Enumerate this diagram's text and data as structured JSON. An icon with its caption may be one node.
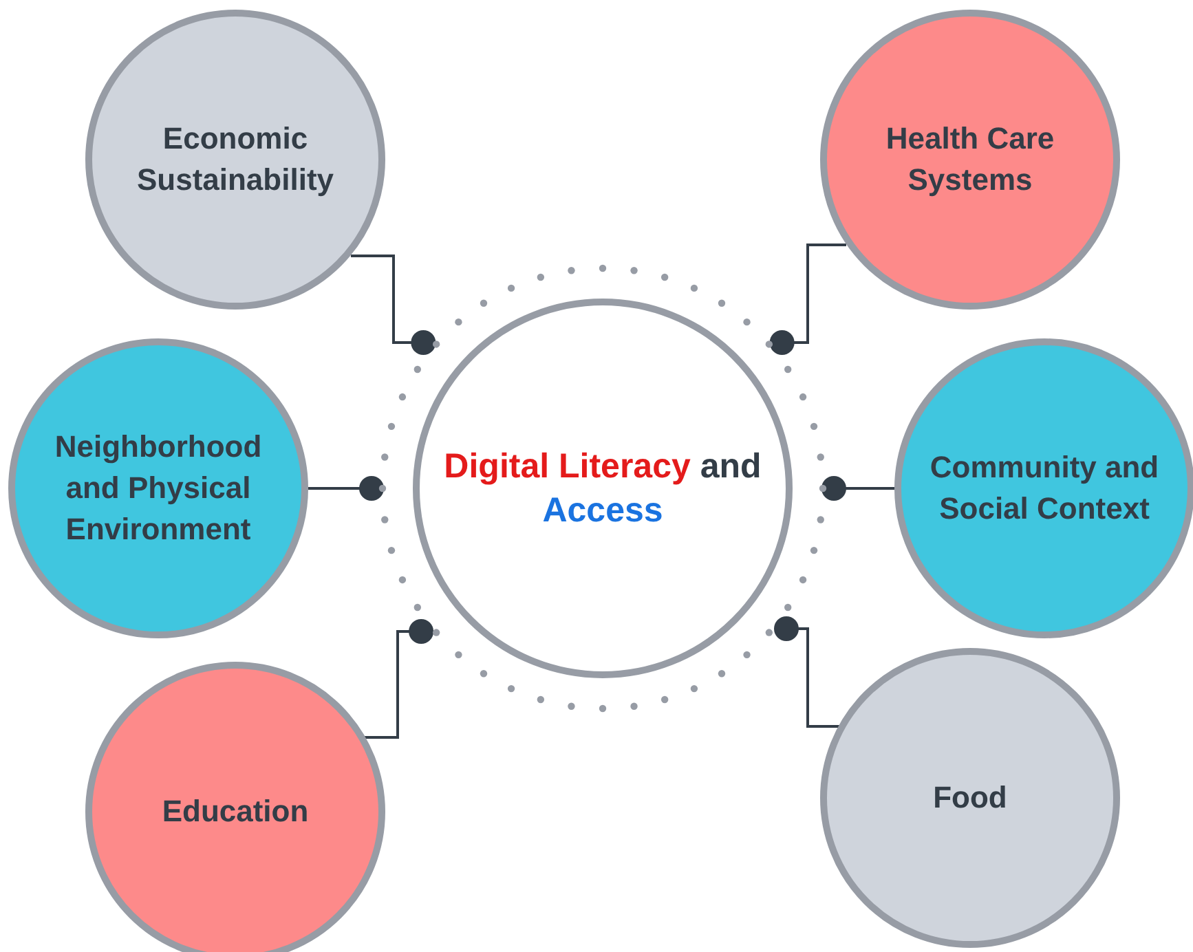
{
  "diagram": {
    "nodes": [
      {
        "text": [
          "Digital Literacy",
          "and",
          "Access"
        ]
      },
      {
        "text": [
          "Economic Sustainability"
        ]
      },
      {
        "text": [
          "Health Care Systems"
        ]
      },
      {
        "text": [
          "Neighborhood and Physical Environment"
        ]
      },
      {
        "text": [
          "Community and Social Context"
        ]
      },
      {
        "text": [
          "Education"
        ]
      },
      {
        "text": [
          "Food"
        ]
      }
    ],
    "edges": [
      {
        "from": 1,
        "to": 0,
        "arrow": "other"
      },
      {
        "from": 2,
        "to": 0,
        "arrow": "other"
      },
      {
        "from": 3,
        "to": 0,
        "arrow": "other"
      },
      {
        "from": 4,
        "to": 0,
        "arrow": "other"
      },
      {
        "from": 5,
        "to": 0,
        "arrow": "other"
      },
      {
        "from": 6,
        "to": 0,
        "arrow": "other"
      }
    ]
  }
}
